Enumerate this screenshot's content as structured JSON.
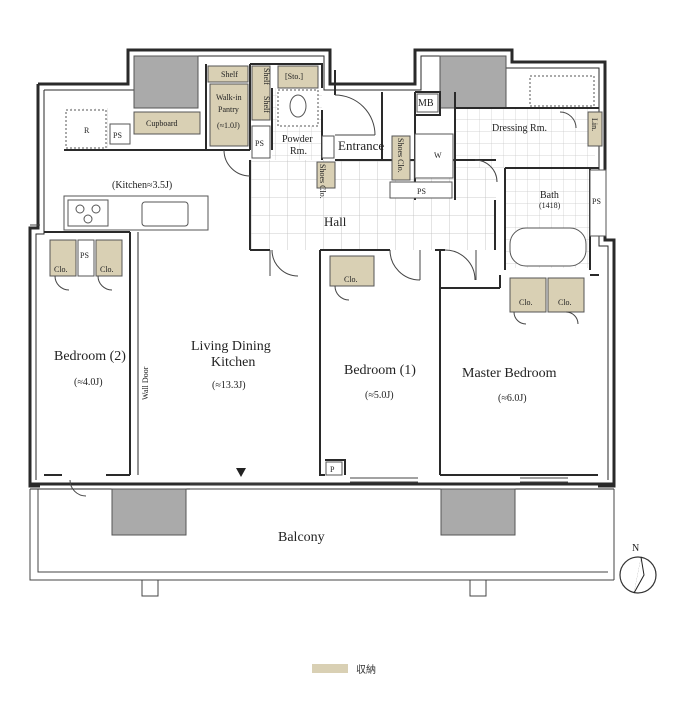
{
  "colors": {
    "storage": "#d9d0b4",
    "column": "#aaaaaa",
    "wall": "#2a2a2a",
    "floor_tile": "#bdbdbd"
  },
  "rooms": {
    "cupboard": "Cupboard",
    "shelf": "Shelf",
    "walk_in_pantry": [
      "Walk-in",
      "Pantry"
    ],
    "pantry_size": "(≈1.0J)",
    "sto": "[Sto.]",
    "r": "R",
    "ps": "PS",
    "mb": "MB",
    "powder_rm": [
      "Powder",
      "Rm."
    ],
    "entrance": "Entrance",
    "shoes_clo": "Shoes Clo.",
    "w": "W",
    "dressing_rm": "Dressing Rm.",
    "lin": "Lin.",
    "bath": "Bath",
    "bath_size": "(1418)",
    "kitchen": "(Kitchen≈3.5J)",
    "hall": "Hall",
    "clo": "Clo.",
    "bedroom2": "Bedroom (2)",
    "bedroom2_size": "(≈4.0J)",
    "wall_door": "Wall Door",
    "ldk": [
      "Living Dining",
      "Kitchen"
    ],
    "ldk_size": "(≈13.3J)",
    "bedroom1": "Bedroom (1)",
    "bedroom1_size": "(≈5.0J)",
    "master_bedroom": "Master Bedroom",
    "master_size": "(≈6.0J)",
    "p": "P",
    "balcony": "Balcony"
  },
  "compass": {
    "label": "N",
    "icon": "compass-north-icon"
  },
  "legend": {
    "label": "収納"
  }
}
